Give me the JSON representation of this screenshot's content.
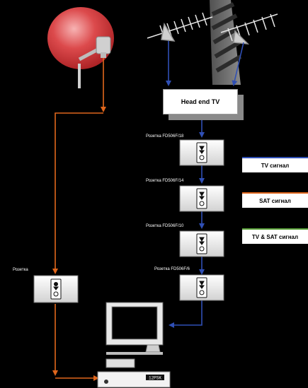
{
  "headend": {
    "label": "Head end TV"
  },
  "sockets": [
    {
      "label": "Розетка FD506F/18"
    },
    {
      "label": "Розетка FD506F/14"
    },
    {
      "label": "Розетка FD506F/10"
    },
    {
      "label": "Розетка FD506F/6"
    }
  ],
  "side_socket": {
    "label": "Розетка"
  },
  "legend": [
    {
      "label": "TV сигнал",
      "color": "#2f4fb5"
    },
    {
      "label": "SAT сигнал",
      "color": "#e0661c"
    },
    {
      "label": "TV & SAT сигнал",
      "color": "#5aa03a"
    }
  ],
  "receiver": {
    "display": "12PSK"
  },
  "colors": {
    "tv": "#2f4fb5",
    "sat": "#e0661c",
    "dish": "#d9373a",
    "background": "#000000"
  }
}
